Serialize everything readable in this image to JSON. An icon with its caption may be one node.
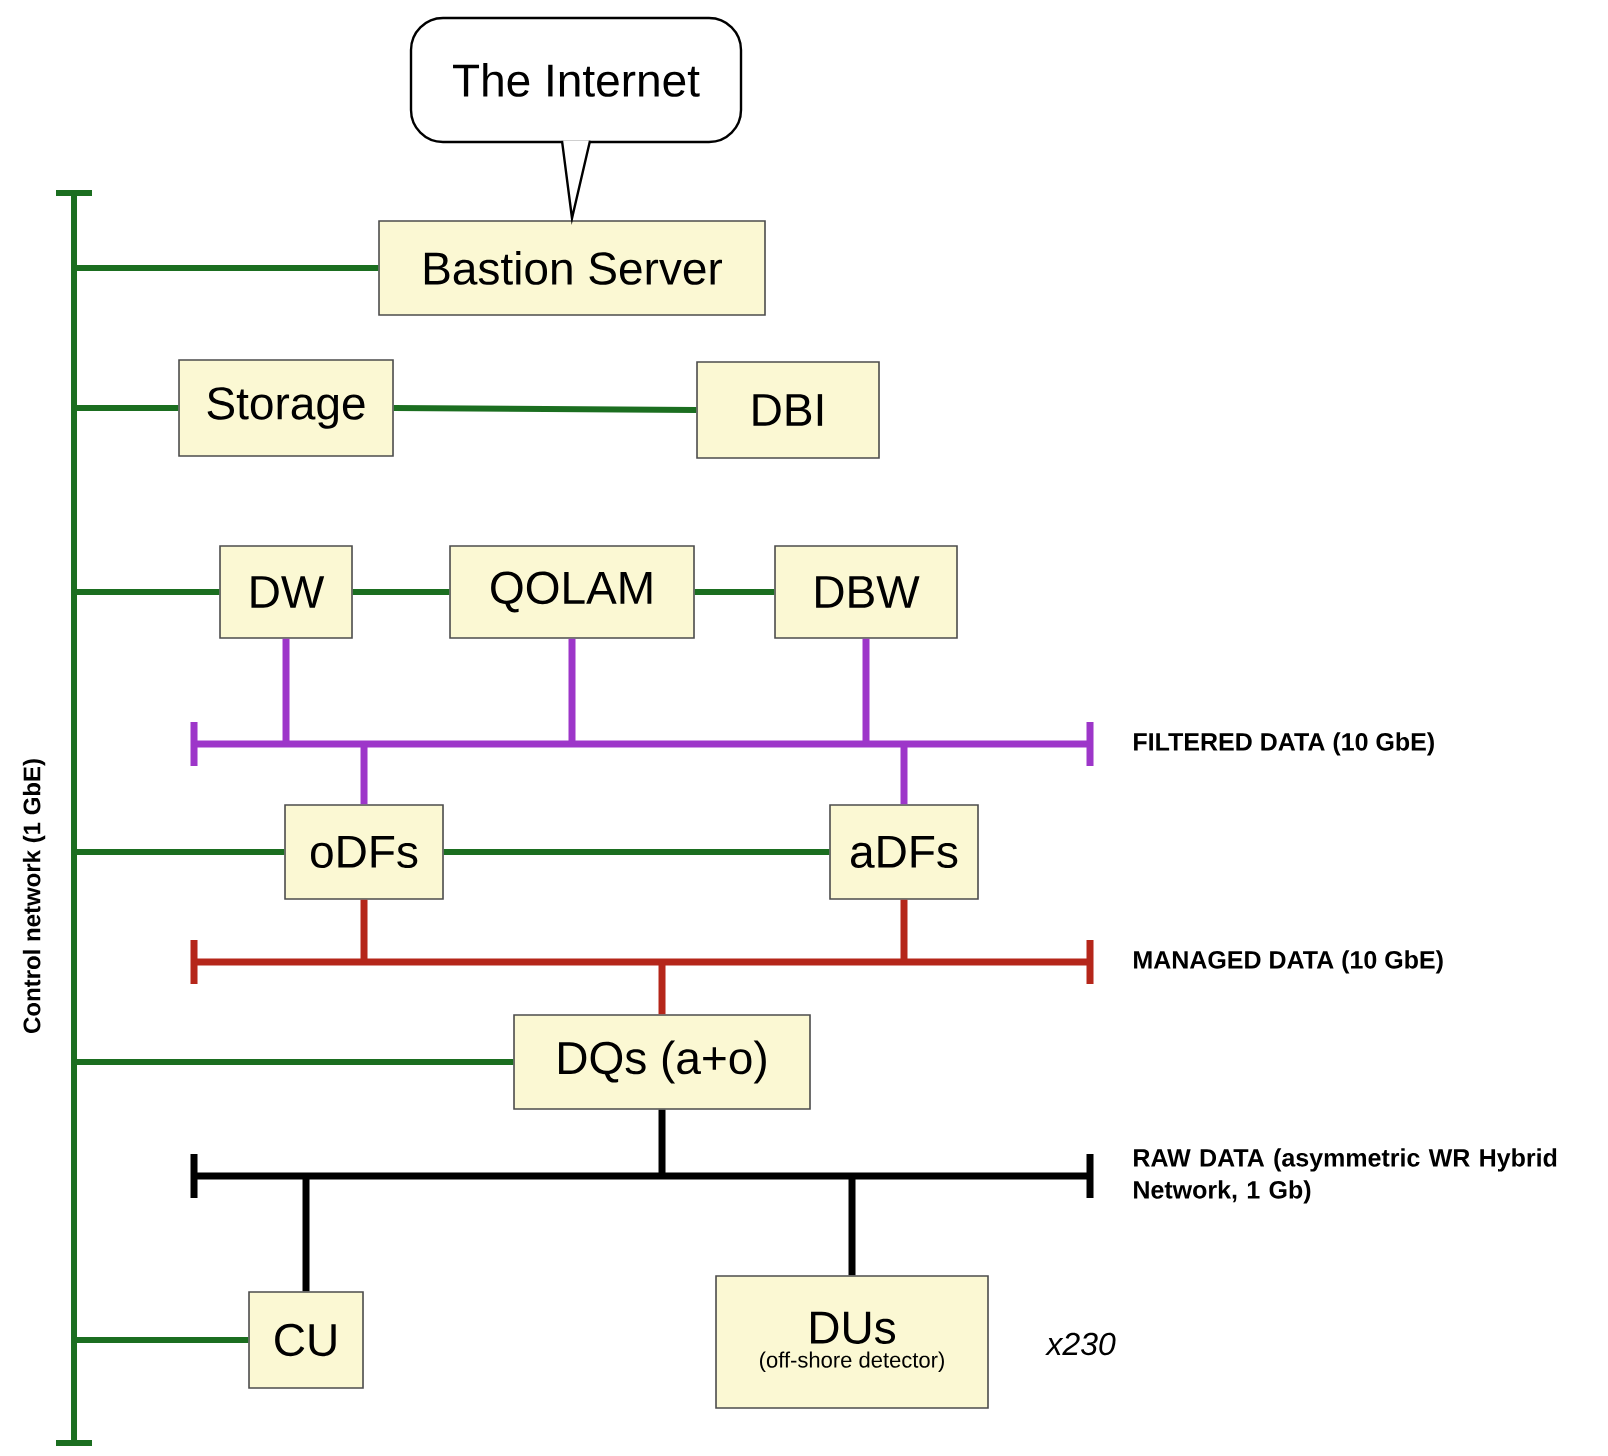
{
  "diagram": {
    "nodes": [
      {
        "text": [
          "The Internet"
        ]
      },
      {
        "text": [
          "Bastion Server"
        ]
      },
      {
        "text": [
          "Storage"
        ]
      },
      {
        "text": [
          "DBI"
        ]
      },
      {
        "text": [
          "DW"
        ]
      },
      {
        "text": [
          "QOLAM"
        ]
      },
      {
        "text": [
          "DBW"
        ]
      },
      {
        "text": [
          "oDFs"
        ]
      },
      {
        "text": [
          "aDFs"
        ]
      },
      {
        "text": [
          "DQs (a+o)"
        ]
      },
      {
        "text": [
          "CU"
        ]
      },
      {
        "text": [
          "DUs",
          "(off-shore detector)"
        ],
        "beside": [
          "x230"
        ]
      },
      {
        "text": [],
        "shape": "bar",
        "beside": [
          "Control network (1 GbE)"
        ]
      },
      {
        "text": [],
        "shape": "bar",
        "beside": [
          "FILTERED DATA (10 GbE)"
        ]
      },
      {
        "text": [],
        "shape": "bar",
        "beside": [
          "MANAGED DATA (10 GbE)"
        ]
      },
      {
        "text": [],
        "shape": "bar",
        "beside": [
          "RAW DATA (asymmetric WR Hybrid Network, 1 Gb)"
        ]
      }
    ],
    "edges": [
      {
        "from": 0,
        "to": 1,
        "arrow": "none",
        "color": "#000000"
      },
      {
        "from": 12,
        "to": 1,
        "arrow": "none"
      },
      {
        "from": 12,
        "to": 2,
        "arrow": "none"
      },
      {
        "from": 2,
        "to": 3,
        "arrow": "none"
      },
      {
        "from": 12,
        "to": 4,
        "arrow": "none"
      },
      {
        "from": 4,
        "to": 5,
        "arrow": "none"
      },
      {
        "from": 5,
        "to": 6,
        "arrow": "none"
      },
      {
        "from": 4,
        "to": 13,
        "arrow": "none",
        "color": "#9d36c9"
      },
      {
        "from": 5,
        "to": 13,
        "arrow": "none",
        "color": "#9d36c9"
      },
      {
        "from": 6,
        "to": 13,
        "arrow": "none",
        "color": "#9d36c9"
      },
      {
        "from": 13,
        "to": 7,
        "arrow": "none",
        "color": "#9d36c9"
      },
      {
        "from": 13,
        "to": 8,
        "arrow": "none",
        "color": "#9d36c9"
      },
      {
        "from": 12,
        "to": 7,
        "arrow": "none"
      },
      {
        "from": 7,
        "to": 8,
        "arrow": "none"
      },
      {
        "from": 7,
        "to": 14,
        "arrow": "none",
        "color": "#b5261a"
      },
      {
        "from": 8,
        "to": 14,
        "arrow": "none",
        "color": "#b5261a"
      },
      {
        "from": 14,
        "to": 9,
        "arrow": "none",
        "color": "#b5261a"
      },
      {
        "from": 12,
        "to": 9,
        "arrow": "none"
      },
      {
        "from": 9,
        "to": 15,
        "arrow": "none",
        "color": "#000000"
      },
      {
        "from": 15,
        "to": 10,
        "arrow": "none",
        "color": "#000000"
      },
      {
        "from": 15,
        "to": 11,
        "arrow": "none",
        "color": "#000000"
      },
      {
        "from": 12,
        "to": 10,
        "arrow": "none"
      }
    ]
  }
}
